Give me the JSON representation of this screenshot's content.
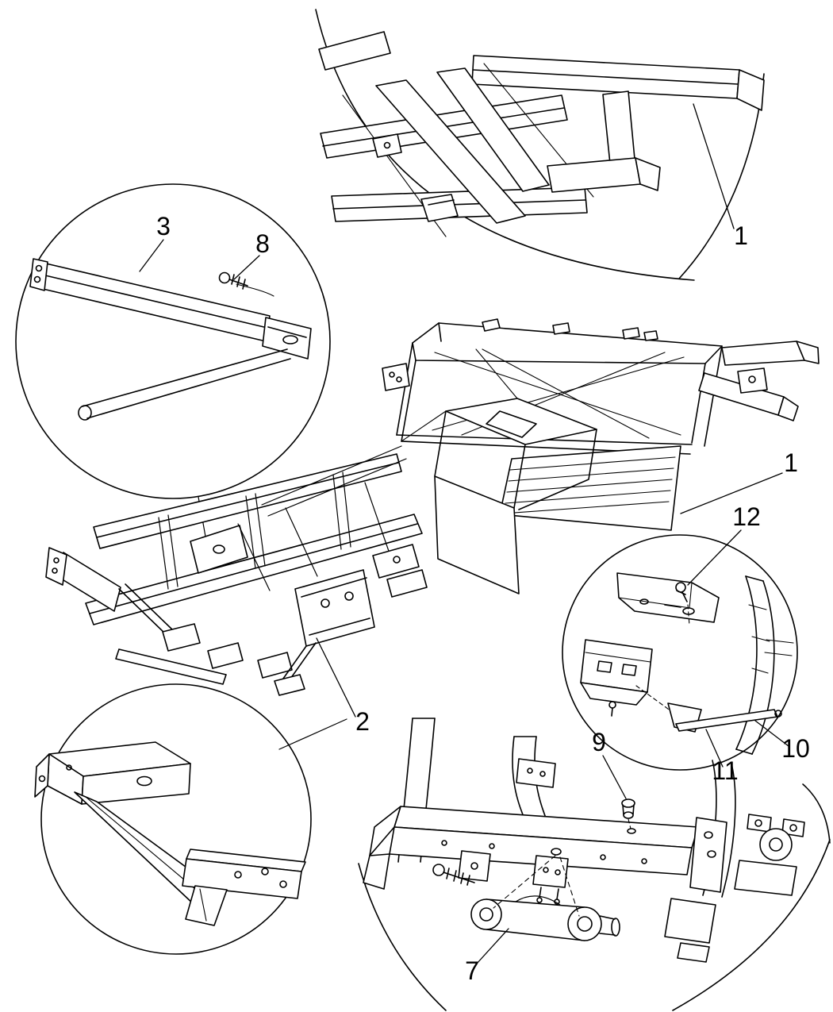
{
  "figure": {
    "kind": "vehicle-frame-parts-line-drawing",
    "ink_color": "#000000",
    "paper_color": "#ffffff",
    "callouts": {
      "c1_top": {
        "label": "1"
      },
      "c3": {
        "label": "3"
      },
      "c8": {
        "label": "8"
      },
      "c1_right": {
        "label": "1"
      },
      "c12": {
        "label": "12"
      },
      "c2": {
        "label": "2"
      },
      "c9": {
        "label": "9"
      },
      "c10": {
        "label": "10"
      },
      "c11": {
        "label": "11"
      },
      "c7": {
        "label": "7"
      }
    }
  }
}
